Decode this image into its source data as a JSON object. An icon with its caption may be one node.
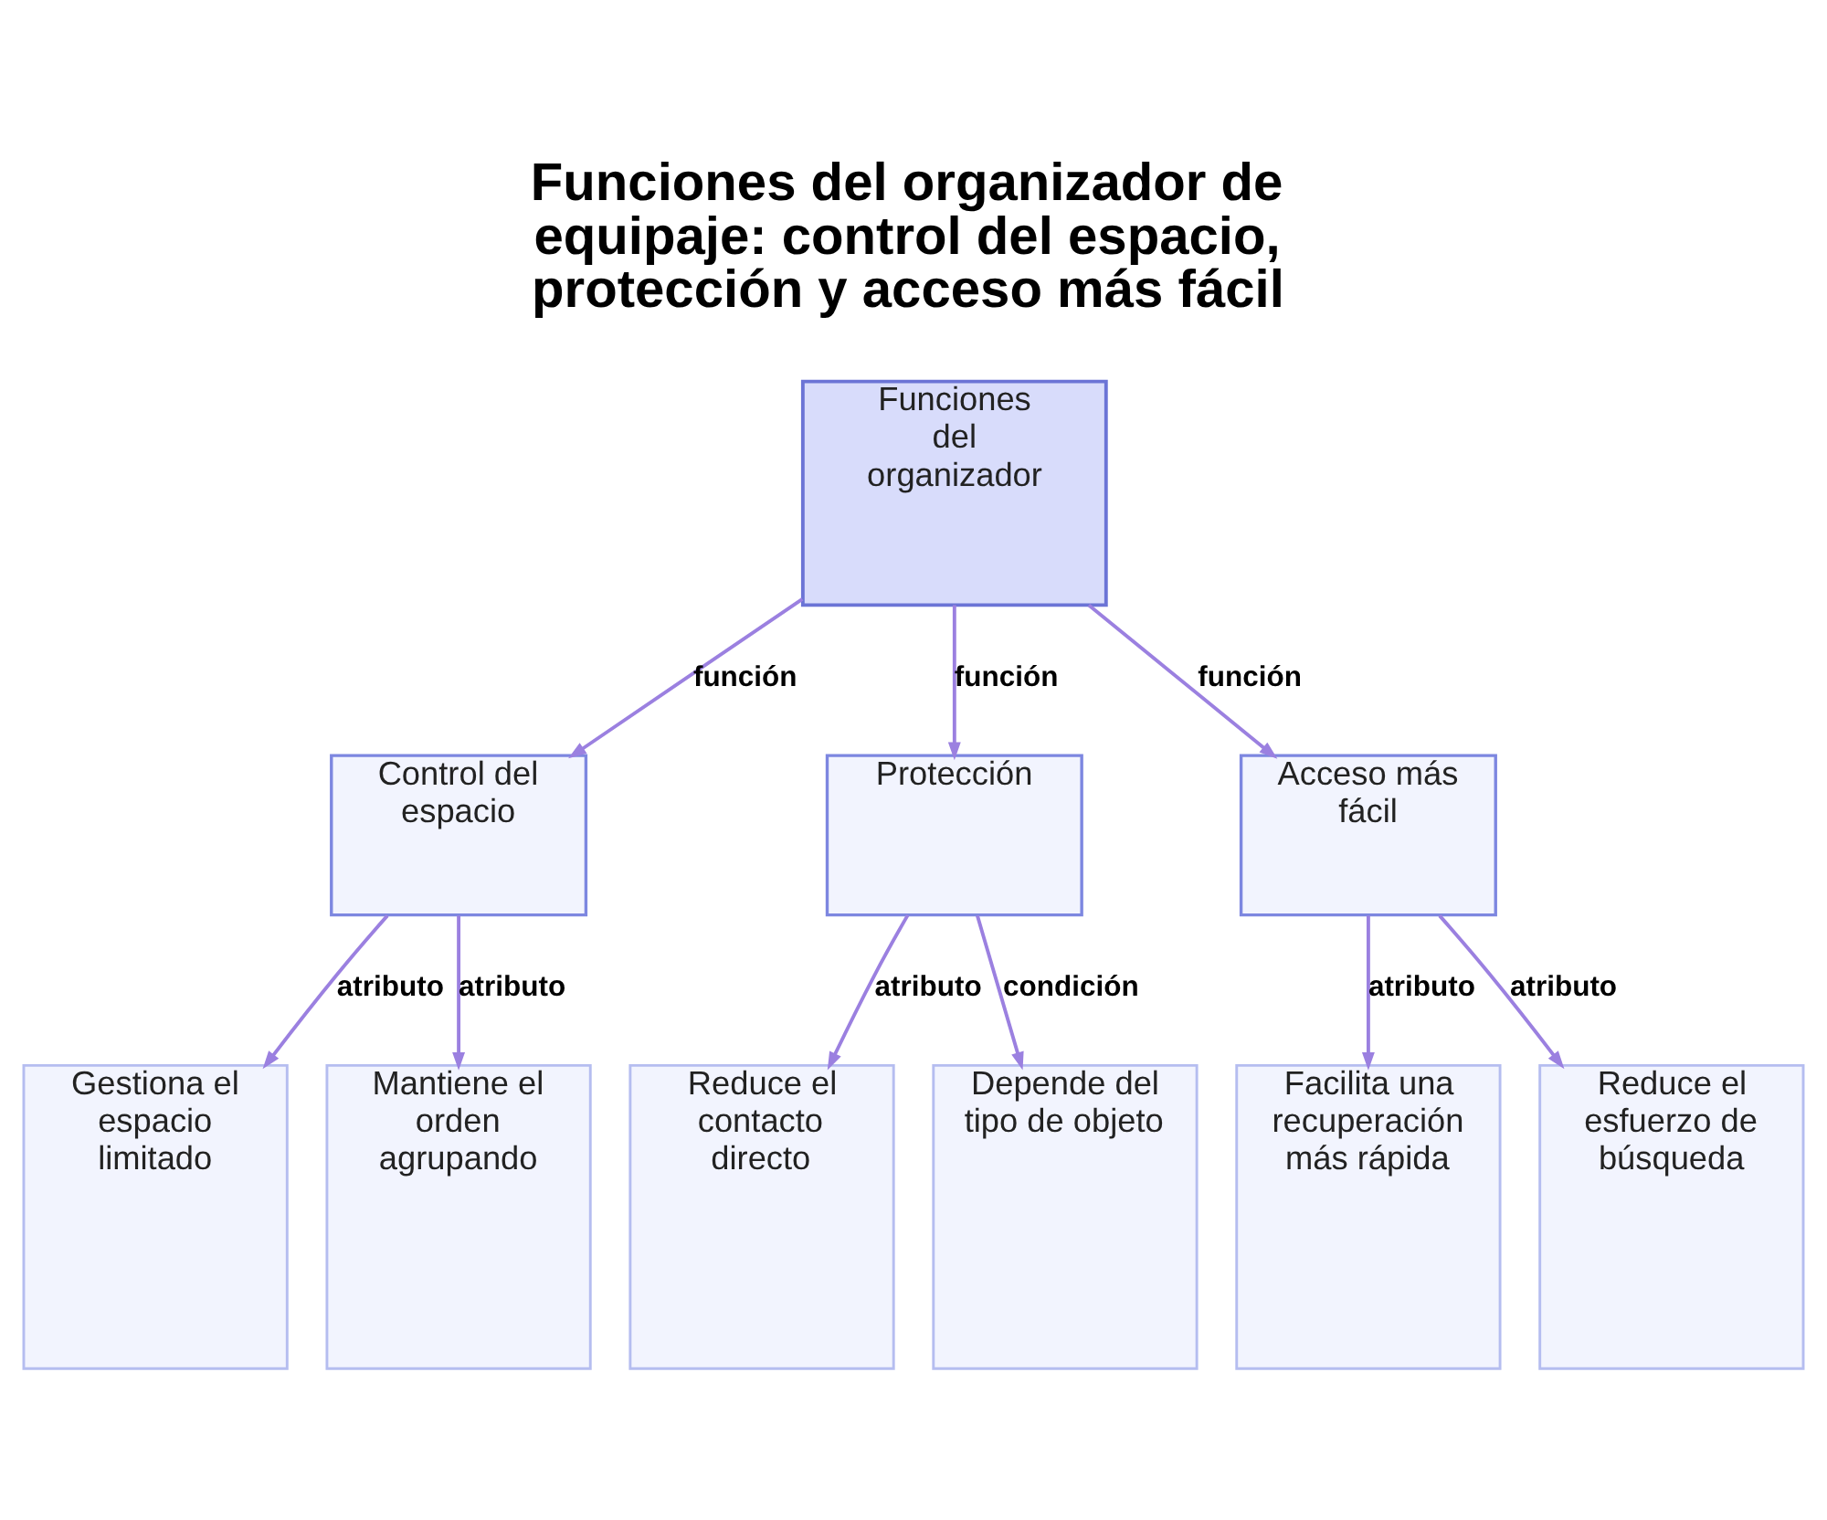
{
  "diagram": {
    "title": "Funciones del organizador de equipaje: control del espacio, protección y acceso más fácil",
    "nodes": [
      {
        "text": [
          "Funciones del organizador"
        ]
      },
      {
        "text": [
          "Control del espacio"
        ]
      },
      {
        "text": [
          "Protección"
        ]
      },
      {
        "text": [
          "Acceso más fácil"
        ]
      },
      {
        "text": [
          "Gestiona el espacio limitado"
        ]
      },
      {
        "text": [
          "Mantiene el orden agrupando"
        ]
      },
      {
        "text": [
          "Reduce el contacto directo"
        ]
      },
      {
        "text": [
          "Depende del tipo de objeto"
        ]
      },
      {
        "text": [
          "Facilita una recuperación más rápida"
        ]
      },
      {
        "text": [
          "Reduce el esfuerzo de búsqueda"
        ]
      }
    ],
    "edges": [
      {
        "from": 0,
        "to": 1,
        "arrow": "to",
        "label": "función"
      },
      {
        "from": 0,
        "to": 2,
        "arrow": "to",
        "label": "función"
      },
      {
        "from": 0,
        "to": 3,
        "arrow": "to",
        "label": "función"
      },
      {
        "from": 1,
        "to": 4,
        "arrow": "to",
        "label": "atributo"
      },
      {
        "from": 1,
        "to": 5,
        "arrow": "to",
        "label": "atributo"
      },
      {
        "from": 2,
        "to": 6,
        "arrow": "to",
        "label": "atributo"
      },
      {
        "from": 2,
        "to": 7,
        "arrow": "to",
        "label": "condición"
      },
      {
        "from": 3,
        "to": 8,
        "arrow": "to",
        "label": "atributo"
      },
      {
        "from": 3,
        "to": 9,
        "arrow": "to",
        "label": "atributo"
      }
    ]
  }
}
